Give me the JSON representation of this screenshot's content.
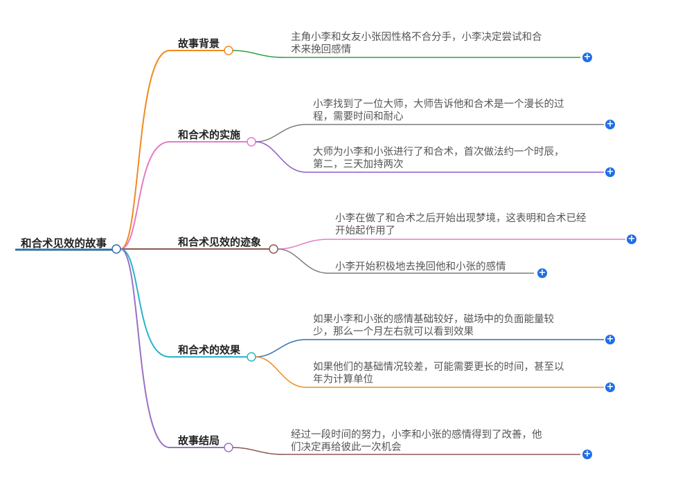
{
  "root": {
    "label": "和合术见效的故事",
    "color": "#2f6fa8"
  },
  "branches": [
    {
      "label": "故事背景",
      "color": "#f08a1c",
      "leaves": [
        {
          "lines": [
            "主角小李和女友小张因性格不合分手，小李决定尝试和合",
            "术来挽回感情"
          ],
          "color": "#2ea043"
        }
      ]
    },
    {
      "label": "和合术的实施",
      "color": "#e57ac4",
      "leaves": [
        {
          "lines": [
            "小李找到了一位大师，大师告诉他和合术是一个漫长的过",
            "程，需要时间和耐心"
          ],
          "color": "#7a7a7a"
        },
        {
          "lines": [
            "大师为小李和小张进行了和合术，首次做法约一个时辰，",
            "第二，三天加持两次"
          ],
          "color": "#8a5cc8"
        }
      ]
    },
    {
      "label": "和合术见效的迹象",
      "color": "#8a5a4e",
      "leaves": [
        {
          "lines": [
            "小李在做了和合术之后开始出现梦境，这表明和合术已经",
            "开始起作用了"
          ],
          "color": "#e57ac4"
        },
        {
          "lines": [
            "小李开始积极地去挽回他和小张的感情"
          ],
          "color": "#7a7a7a"
        }
      ]
    },
    {
      "label": "和合术的效果",
      "color": "#25b5c8",
      "leaves": [
        {
          "lines": [
            "如果小李和小张的感情基础较好，磁场中的负面能量较",
            "少，那么一个月左右就可以看到效果"
          ],
          "color": "#2f6fa8"
        },
        {
          "lines": [
            "如果他们的基础情况较差，可能需要更长的时间，甚至以",
            "年为计算单位"
          ],
          "color": "#f08a1c"
        }
      ]
    },
    {
      "label": "故事结局",
      "color": "#9b6fc6",
      "leaves": [
        {
          "lines": [
            "经过一段时间的努力，小李和小张的感情得到了改善，他",
            "们决定再给彼此一次机会"
          ],
          "color": "#8a5a4e"
        }
      ]
    }
  ],
  "expand_icon": "plus-circle-icon",
  "expand_symbol": "+"
}
